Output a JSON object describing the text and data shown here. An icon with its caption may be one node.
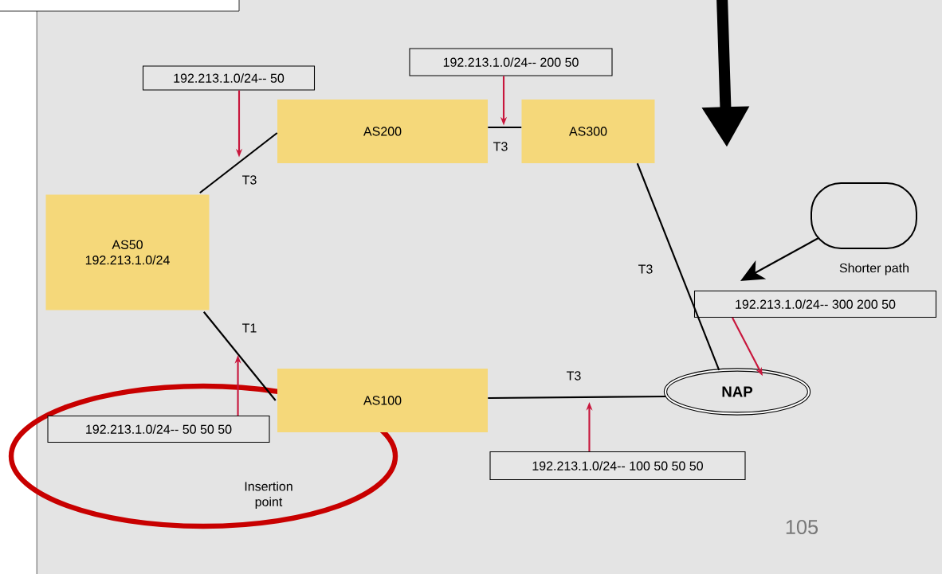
{
  "diagram": {
    "nodes": [
      {
        "text": [
          "AS200"
        ]
      },
      {
        "text": [
          "AS300"
        ]
      },
      {
        "text": [
          "AS50",
          "192.213.1.0/24"
        ]
      },
      {
        "text": [
          "AS100"
        ]
      },
      {
        "text": [
          "NAP"
        ]
      },
      {
        "text": [],
        "shape": "box"
      },
      {
        "text": [
          "192.213.1.0/24-- 50"
        ]
      },
      {
        "text": [
          "192.213.1.0/24-- 200 50"
        ]
      },
      {
        "text": [
          "192.213.1.0/24-- 300 200 50"
        ]
      },
      {
        "text": [
          "192.213.1.0/24-- 50 50 50"
        ]
      },
      {
        "text": [
          "192.213.1.0/24-- 100 50 50 50"
        ]
      },
      {
        "text": [],
        "shape": "box"
      }
    ],
    "edges": [
      {
        "from": 2,
        "to": 0,
        "arrow": "none",
        "label": "T3"
      },
      {
        "from": 0,
        "to": 1,
        "arrow": "none",
        "label": "T3"
      },
      {
        "from": 1,
        "to": 4,
        "arrow": "none",
        "label": "T3"
      },
      {
        "from": 2,
        "to": 3,
        "arrow": "none",
        "label": "T1"
      },
      {
        "from": 3,
        "to": 4,
        "arrow": "none",
        "label": "T3"
      },
      {
        "from": 5,
        "to": 8,
        "arrow": "to",
        "label": "Shorter path"
      },
      {
        "from": 6,
        "to": null,
        "arrow": "to",
        "color": "#c8163c"
      },
      {
        "from": 7,
        "to": null,
        "arrow": "to",
        "color": "#c8163c"
      },
      {
        "from": 8,
        "to": 4,
        "arrow": "to",
        "color": "#c8163c"
      },
      {
        "from": 9,
        "to": null,
        "arrow": "to",
        "color": "#c8163c"
      },
      {
        "from": 10,
        "to": null,
        "arrow": "to",
        "color": "#c8163c"
      }
    ],
    "labels": [
      "Insertion point",
      "105"
    ]
  }
}
